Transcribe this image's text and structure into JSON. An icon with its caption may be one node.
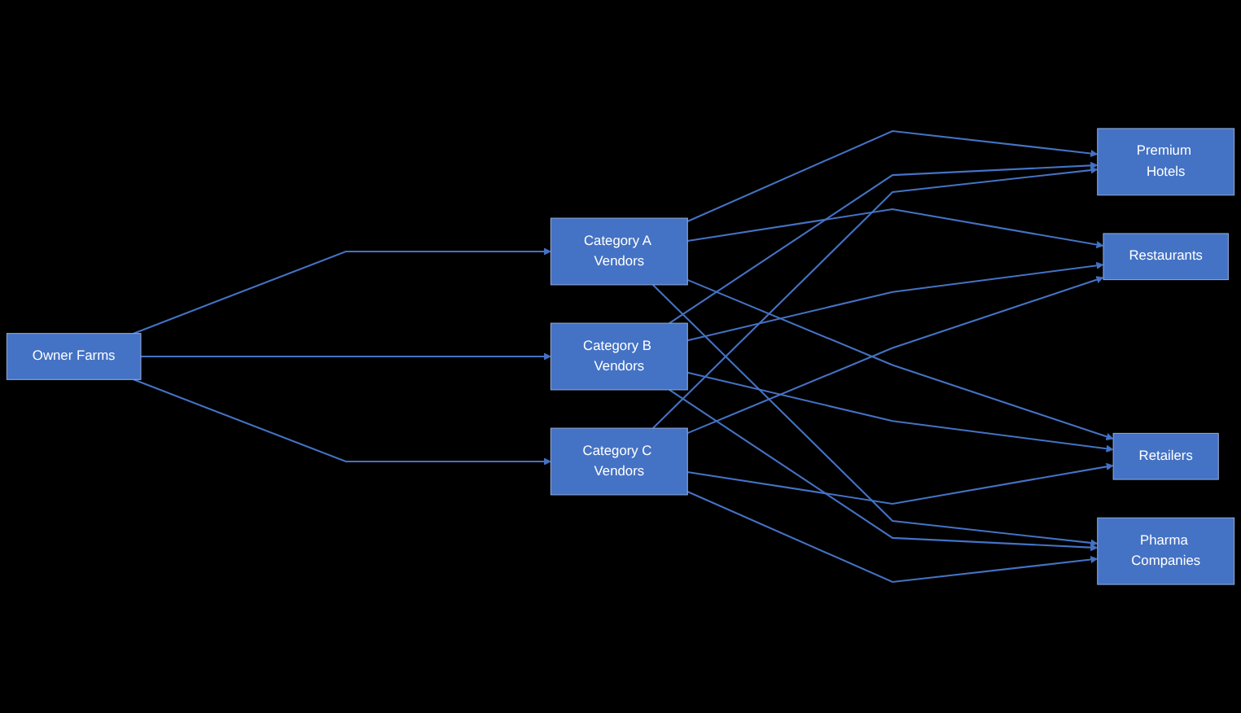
{
  "diagram": {
    "nodes": [
      {
        "text": [
          "Owner Farms"
        ]
      },
      {
        "text": [
          "Category A Vendors"
        ]
      },
      {
        "text": [
          "Category B Vendors"
        ]
      },
      {
        "text": [
          "Category C Vendors"
        ]
      },
      {
        "text": [
          "Premium Hotels"
        ]
      },
      {
        "text": [
          "Restaurants"
        ]
      },
      {
        "text": [
          "Retailers"
        ]
      },
      {
        "text": [
          "Pharma Companies"
        ]
      }
    ],
    "edges": [
      {
        "from": 0,
        "to": 1,
        "arrow": "to"
      },
      {
        "from": 0,
        "to": 2,
        "arrow": "to"
      },
      {
        "from": 0,
        "to": 3,
        "arrow": "to"
      },
      {
        "from": 1,
        "to": 4,
        "arrow": "to"
      },
      {
        "from": 1,
        "to": 5,
        "arrow": "to"
      },
      {
        "from": 1,
        "to": 6,
        "arrow": "to"
      },
      {
        "from": 1,
        "to": 7,
        "arrow": "to"
      },
      {
        "from": 2,
        "to": 4,
        "arrow": "to"
      },
      {
        "from": 2,
        "to": 5,
        "arrow": "to"
      },
      {
        "from": 2,
        "to": 6,
        "arrow": "to"
      },
      {
        "from": 2,
        "to": 7,
        "arrow": "to"
      },
      {
        "from": 3,
        "to": 4,
        "arrow": "to"
      },
      {
        "from": 3,
        "to": 5,
        "arrow": "to"
      },
      {
        "from": 3,
        "to": 6,
        "arrow": "to"
      },
      {
        "from": 3,
        "to": 7,
        "arrow": "to"
      }
    ]
  }
}
